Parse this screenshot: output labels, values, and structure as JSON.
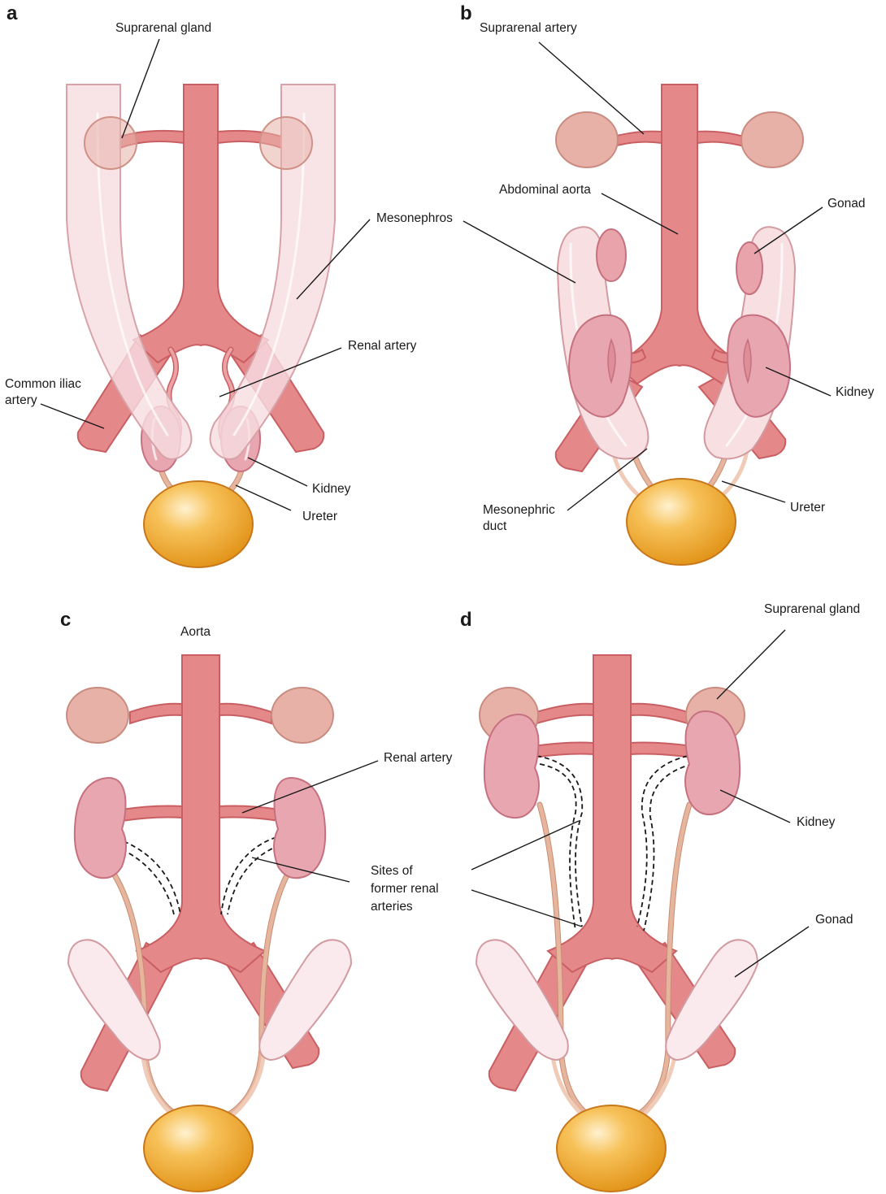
{
  "panels": {
    "a": {
      "letter": "a",
      "labels": {
        "suprarenal_gland": "Suprarenal gland",
        "mesonephros": "Mesonephros",
        "renal_artery": "Renal artery",
        "common_iliac_artery_line1": "Common iliac",
        "common_iliac_artery_line2": "artery",
        "kidney": "Kidney",
        "ureter": "Ureter"
      }
    },
    "b": {
      "letter": "b",
      "labels": {
        "suprarenal_artery": "Suprarenal artery",
        "abdominal_aorta": "Abdominal aorta",
        "gonad": "Gonad",
        "mesonephros": "Mesonephros",
        "kidney": "Kidney",
        "ureter": "Ureter",
        "mesonephric_duct_line1": "Mesonephric",
        "mesonephric_duct_line2": "duct"
      }
    },
    "c": {
      "letter": "c",
      "labels": {
        "aorta": "Aorta",
        "renal_artery": "Renal artery",
        "sites_line1": "Sites of",
        "sites_line2": "former renal",
        "sites_line3": "arteries"
      }
    },
    "d": {
      "letter": "d",
      "labels": {
        "suprarenal_gland": "Suprarenal gland",
        "kidney": "Kidney",
        "gonad": "Gonad"
      }
    }
  },
  "colors": {
    "artery": "#e4888a",
    "artery_outline": "#c95f63",
    "mesonephros": "#f7dfe2",
    "kidney": "#e8a7b0",
    "suprarenal": "#e7b1a7",
    "ureter": "#e6b59e",
    "bladder": "#f0a52c",
    "text": "#1a1a1a"
  }
}
